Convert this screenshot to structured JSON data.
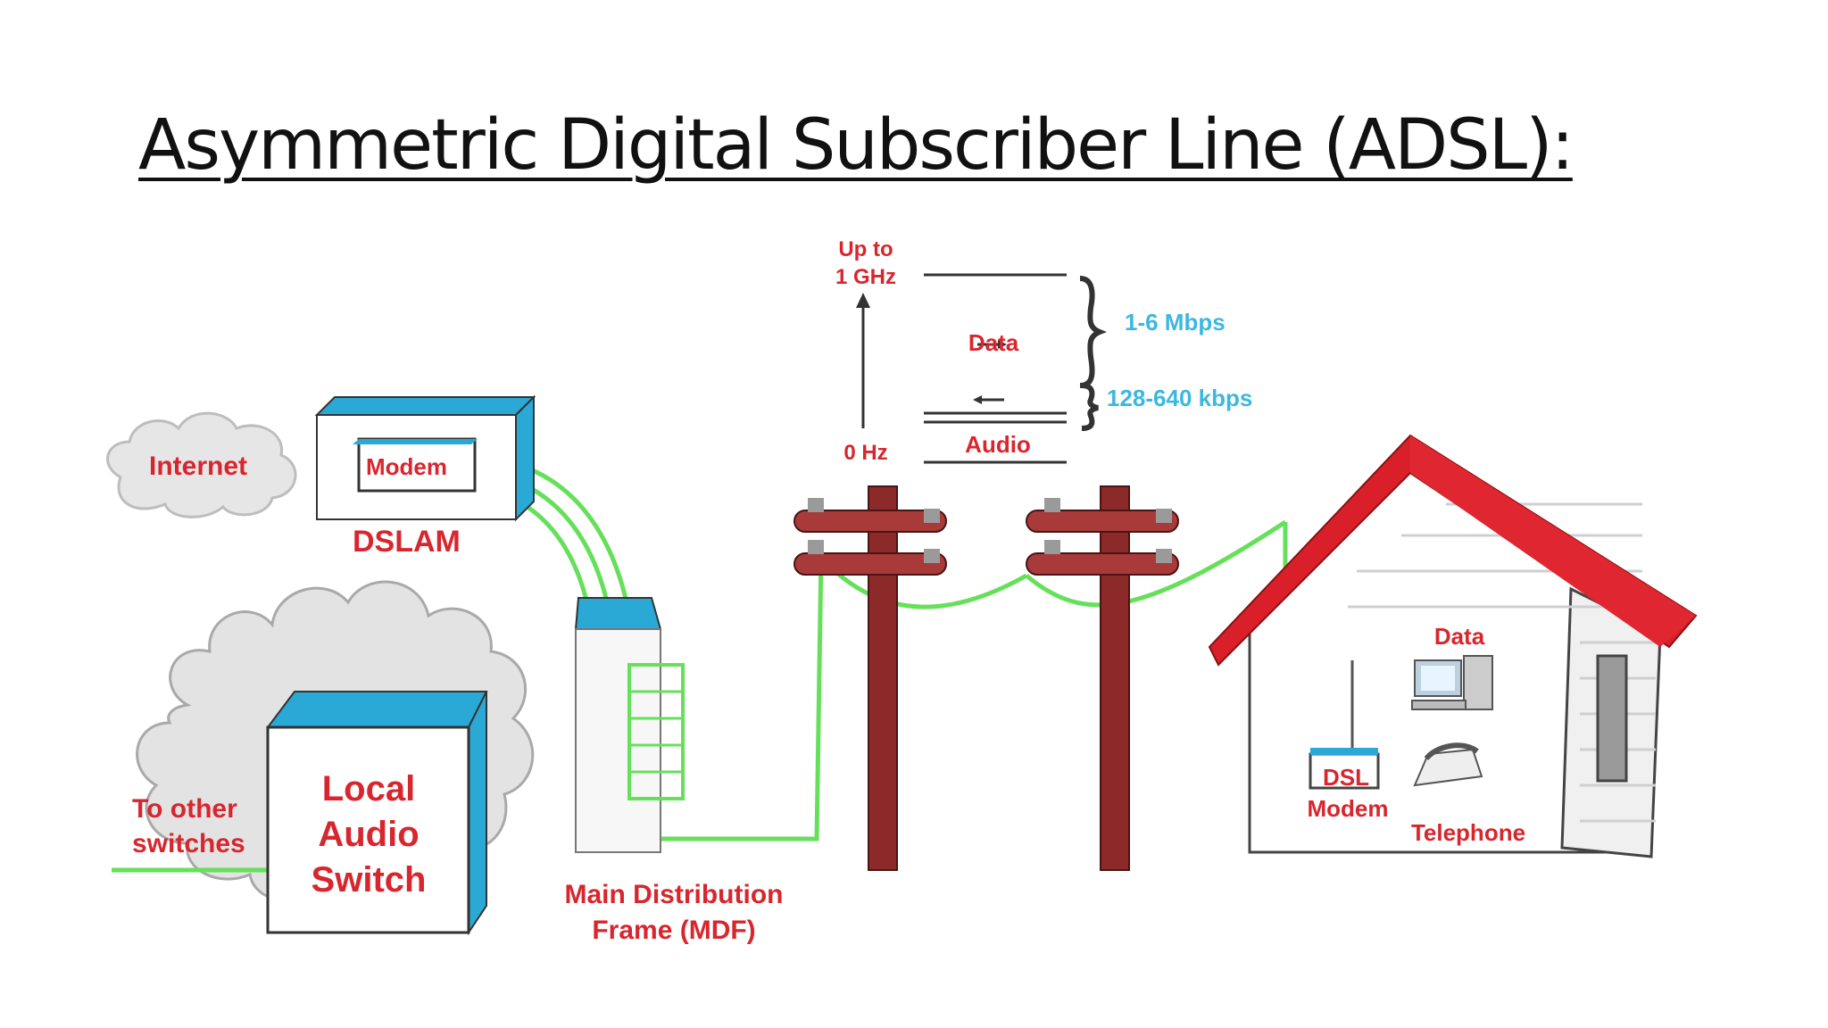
{
  "slide": {
    "title": "Asymmetric Digital Subscriber Line (ADSL):"
  },
  "diagram": {
    "internet_label": "Internet",
    "dslam_modem_label": "Modem",
    "dslam_label": "DSLAM",
    "switch_label_lines": [
      "Local",
      "Audio",
      "Switch"
    ],
    "other_switches_lines": [
      "To other",
      "switches"
    ],
    "mdf_lines": [
      "Main Distribution",
      "Frame (MDF)"
    ],
    "spectrum": {
      "top_label_lines": [
        "Up to",
        "1 GHz"
      ],
      "bottom_label": "0 Hz",
      "data_label": "Data",
      "audio_label": "Audio",
      "downstream_rate": "1-6 Mbps",
      "upstream_rate": "128-640 kbps"
    },
    "house": {
      "data_label": "Data",
      "dsl_modem_lines": [
        "DSL",
        "Modem"
      ],
      "telephone_label": "Telephone"
    },
    "colors": {
      "label_red": "#d8262e",
      "rate_blue": "#3cb8e0",
      "wire_green": "#66e05a",
      "pole_brown": "#8c2a2a",
      "roof_red": "#d9202a",
      "box_cyan": "#2aa9d6"
    }
  }
}
